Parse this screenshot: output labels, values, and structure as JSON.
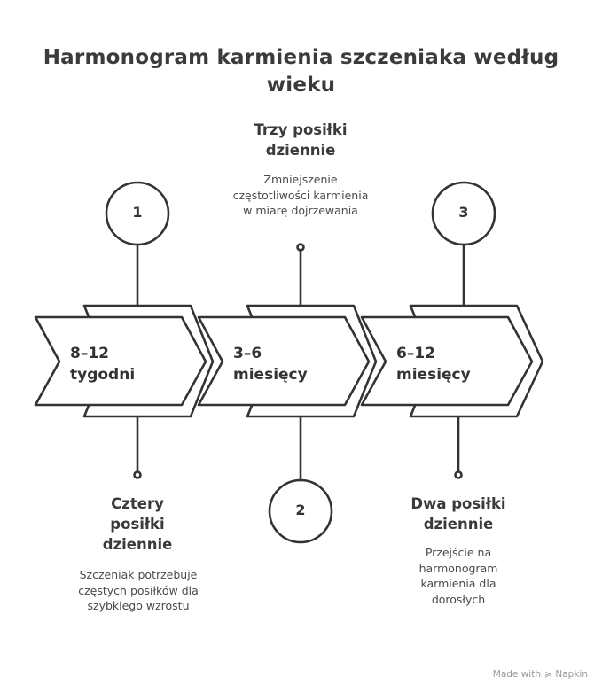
{
  "title": "Harmonogram karmienia szczeniaka według wieku",
  "steps": [
    {
      "number": "1",
      "age_line1": "8–12",
      "age_line2": "tygodni",
      "heading": "Cztery posiłki dziennie",
      "description": "Szczeniak potrzebuje częstych posiłków dla szybkiego wzrostu"
    },
    {
      "number": "2",
      "age_line1": "3–6",
      "age_line2": "miesięcy",
      "heading": "Trzy posiłki dziennie",
      "description": "Zmniejszenie częstotliwości karmienia w miarę dojrzewania"
    },
    {
      "number": "3",
      "age_line1": "6–12",
      "age_line2": "miesięcy",
      "heading": "Dwa posiłki dziennie",
      "description": "Przejście na harmonogram karmienia dla dorosłych"
    }
  ],
  "footer": {
    "made_with": "Made with",
    "brand": "Napkin",
    "brand_icon": "napkin-logo-icon"
  },
  "colors": {
    "stroke": "#333333",
    "text": "#3a3a3a"
  }
}
